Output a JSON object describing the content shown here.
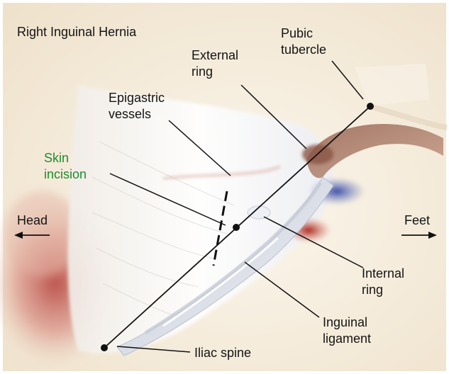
{
  "title": "Right Inguinal Hernia",
  "labels": {
    "pubic_tubercle": [
      "Pubic",
      "tubercle"
    ],
    "external_ring": [
      "External",
      "ring"
    ],
    "epigastric_vessels": [
      "Epigastric",
      "vessels"
    ],
    "skin_incision": [
      "Skin",
      "incision"
    ],
    "head": "Head",
    "feet": "Feet",
    "internal_ring": [
      "Internal",
      "ring"
    ],
    "inguinal_ligament": [
      "Inguinal",
      "ligament"
    ],
    "iliac_spine": "Iliac spine"
  },
  "colors": {
    "skin_incision_text": "#1e8c2e",
    "label_text": "#141414",
    "background": "#f7f0e3"
  },
  "icons": [
    "arrow-left-icon",
    "arrow-right-icon"
  ]
}
